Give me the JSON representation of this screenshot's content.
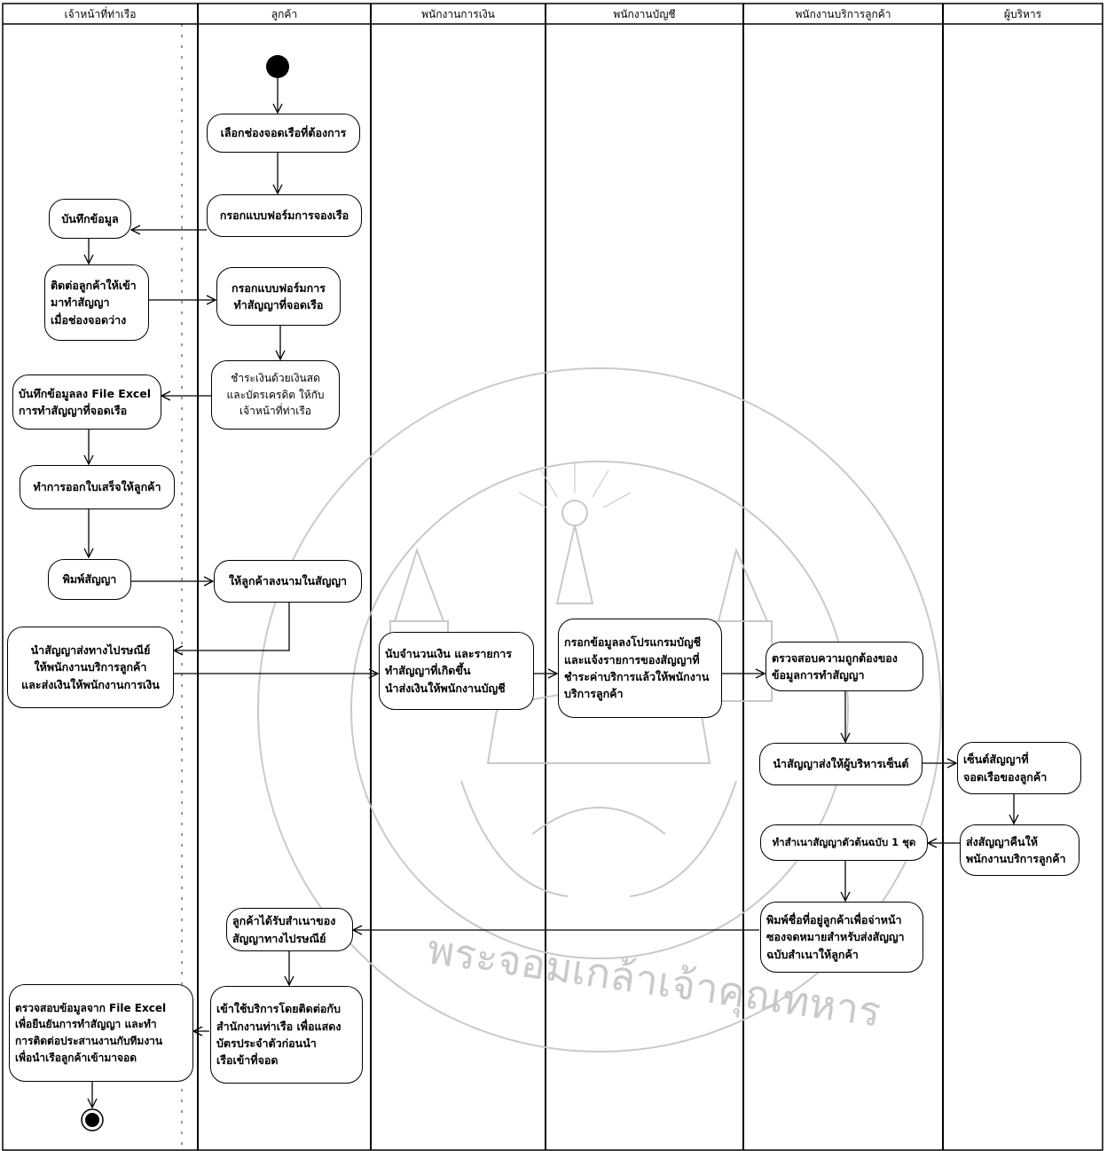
{
  "lanes": [
    "เจ้าหน้าที่ท่าเรือ",
    "ลูกค้า",
    "พนักงานการเงิน",
    "พนักงานบัญชี",
    "พนักงานบริการลูกค้า",
    "ผู้บริหาร"
  ],
  "activities": {
    "select_slot": "เลือกช่องจอดเรือที่ต้องการ",
    "fill_booking_form": "กรอกแบบฟอร์มการจองเรือ",
    "record_data": "บันทึกข้อมูล",
    "contact_customer": "ติดต่อลูกค้าให้เข้า\nมาทำสัญญา\nเมื่อช่องจอดว่าง",
    "fill_contract_form": "กรอกแบบฟอร์มการ\nทำสัญญาที่จอดเรือ",
    "pay": "ชำระเงินด้วยเงินสด\nและบัตรเครดิต ให้กับ\nเจ้าหน้าที่ท่าเรือ",
    "record_excel": "บันทึกข้อมูลลง File Excel\nการทำสัญญาที่จอดเรือ",
    "issue_receipt": "ทำการออกใบเสร็จให้ลูกค้า",
    "print_contract": "พิมพ์สัญญา",
    "customer_sign": "ให้ลูกค้าลงนามในสัญญา",
    "send_contract": "นำสัญญาส่งทางไปรษณีย์\nให้พนักงานบริการลูกค้า\nและส่งเงินให้พนักงานการเงิน",
    "count_money": "นับจำนวนเงิน และรายการ\nทำสัญญาที่เกิดขึ้น\nนำส่งเงินให้พนักงานบัญชี",
    "enter_accounting": "กรอกข้อมูลลงโปรแกรมบัญชี\nและแจ้งรายการของสัญญาที่\nชำระค่าบริการแล้วให้พนักงาน\nบริการลูกค้า",
    "verify_contract": "ตรวจสอบความถูกต้องของ\nข้อมูลการทำสัญญา",
    "send_to_exec": "นำสัญญาส่งให้ผู้บริหารเซ็นต์",
    "exec_sign": "เซ็นต์สัญญาที่\nจอดเรือของลูกค้า",
    "return_contract": "ส่งสัญญาคืนให้\nพนักงานบริการลูกค้า",
    "copy_contract": "ทำสำเนาสัญญาตัวต้นฉบับ 1 ชุด",
    "print_address": "พิมพ์ชื่อที่อยู่ลูกค้าเพื่อจ่าหน้า\nซองจดหมายสำหรับส่งสัญญา\nฉบับสำเนาให้ลูกค้า",
    "receive_copy": "ลูกค้าได้รับสำเนาของ\nสัญญาทางไปรษณีย์",
    "use_service": "เข้าใช้บริการโดยติดต่อกับ\nสำนักงานท่าเรือ เพื่อแสดง\nบัตรประจำตัวก่อนนำ\nเรือเข้าที่จอด",
    "verify_excel": "ตรวจสอบข้อมูลจาก File Excel\nเพื่อยืนยันการทำสัญญา และทำ\nการติดต่อประสานงานกับทีมงาน\nเพื่อนำเรือลูกค้าเข้ามาจอด"
  },
  "watermark": {
    "text": "พระจอมเกล้าเจ้าคุณทหาร",
    "color": "#bdbdbd"
  }
}
